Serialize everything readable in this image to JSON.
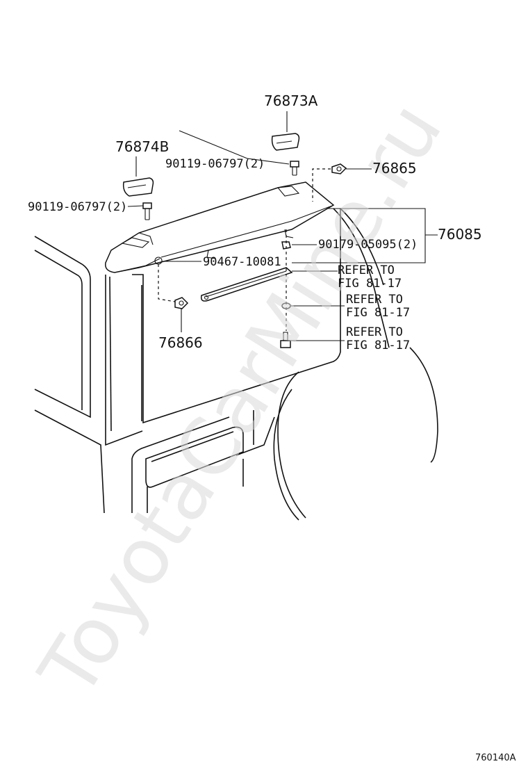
{
  "watermark": "ToyotaCarMine.ru",
  "diagram_code": "760140A",
  "labels": {
    "p76873A": "76873A",
    "p76874B": "76874B",
    "bolt_right": "90119-06797(2)",
    "bolt_left": "90119-06797(2)",
    "p76865": "76865",
    "p76085": "76085",
    "nut_90179": "90179-05095(2)",
    "part_90467": "90467-10081",
    "p76866": "76866",
    "refer1_a": "REFER TO",
    "refer1_b": "FIG 81-17",
    "refer2_a": "REFER TO",
    "refer2_b": "FIG 81-17",
    "refer3_a": "REFER TO",
    "refer3_b": "FIG 81-17"
  }
}
